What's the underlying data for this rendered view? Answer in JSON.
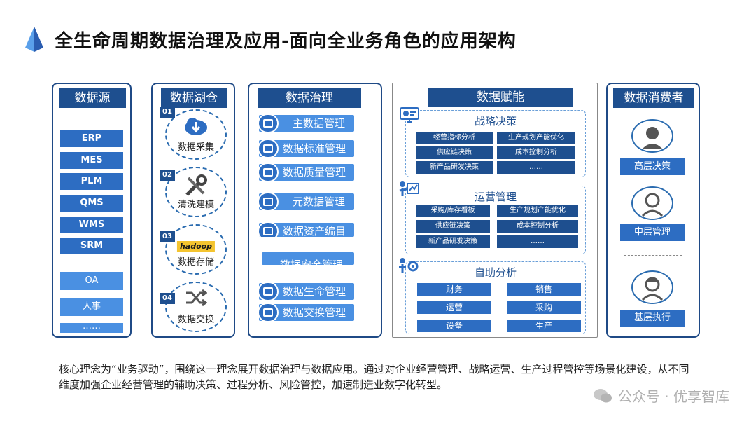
{
  "title": "全生命周期数据治理及应用-面向全业务角色的应用架构",
  "sources": {
    "header": "数据源",
    "items": [
      "ERP",
      "MES",
      "PLM",
      "QMS",
      "WMS",
      "SRM"
    ],
    "extra": [
      "OA",
      "人事",
      "……"
    ]
  },
  "lake": {
    "header": "数据湖仓",
    "steps": [
      {
        "num": "01",
        "label": "数据采集",
        "icon": "cloud-download-icon"
      },
      {
        "num": "02",
        "label": "清洗建模",
        "icon": "tools-icon"
      },
      {
        "num": "03",
        "label": "数据存储",
        "icon": "hadoop-logo",
        "logo_text": "hadoop"
      },
      {
        "num": "04",
        "label": "数据交换",
        "icon": "shuffle-icon"
      }
    ]
  },
  "governance": {
    "header": "数据治理",
    "items": [
      "主数据管理",
      "数据标准管理",
      "数据质量管理",
      "元数据管理",
      "数据资产编目",
      "数据安全管理",
      "数据生命管理",
      "数据交换管理"
    ]
  },
  "enable": {
    "header": "数据赋能",
    "strategy": {
      "title": "战略决策",
      "cells": [
        "经营指标分析",
        "生产规划产能优化",
        "供应链决策",
        "成本控制分析",
        "新产品研发决策",
        "……"
      ]
    },
    "operation": {
      "title": "运营管理",
      "cells": [
        "采购/库存看板",
        "生产规划产能优化",
        "供应链决策",
        "成本控制分析",
        "新产品研发决策",
        "……"
      ]
    },
    "selfservice": {
      "title": "自助分析",
      "cells": [
        "财务",
        "销售",
        "运营",
        "采购",
        "设备",
        "生产"
      ]
    }
  },
  "consumers": {
    "header": "数据消费者",
    "roles": [
      "高层决策",
      "中层管理",
      "基层执行"
    ]
  },
  "description": "核心理念为“业务驱动”，围绕这一理念展开数据治理与数据应用。通过对企业经营管理、战略运营、生产过程管控等场景化建设，从不同维度加强企业经营管理的辅助决策、过程分析、风险管控，加速制造业数字化转型。",
  "watermark": "公众号 · 优享智库",
  "colors": {
    "primary": "#1e4f8f",
    "accent": "#2d6dc2",
    "light": "#4a90e2"
  }
}
